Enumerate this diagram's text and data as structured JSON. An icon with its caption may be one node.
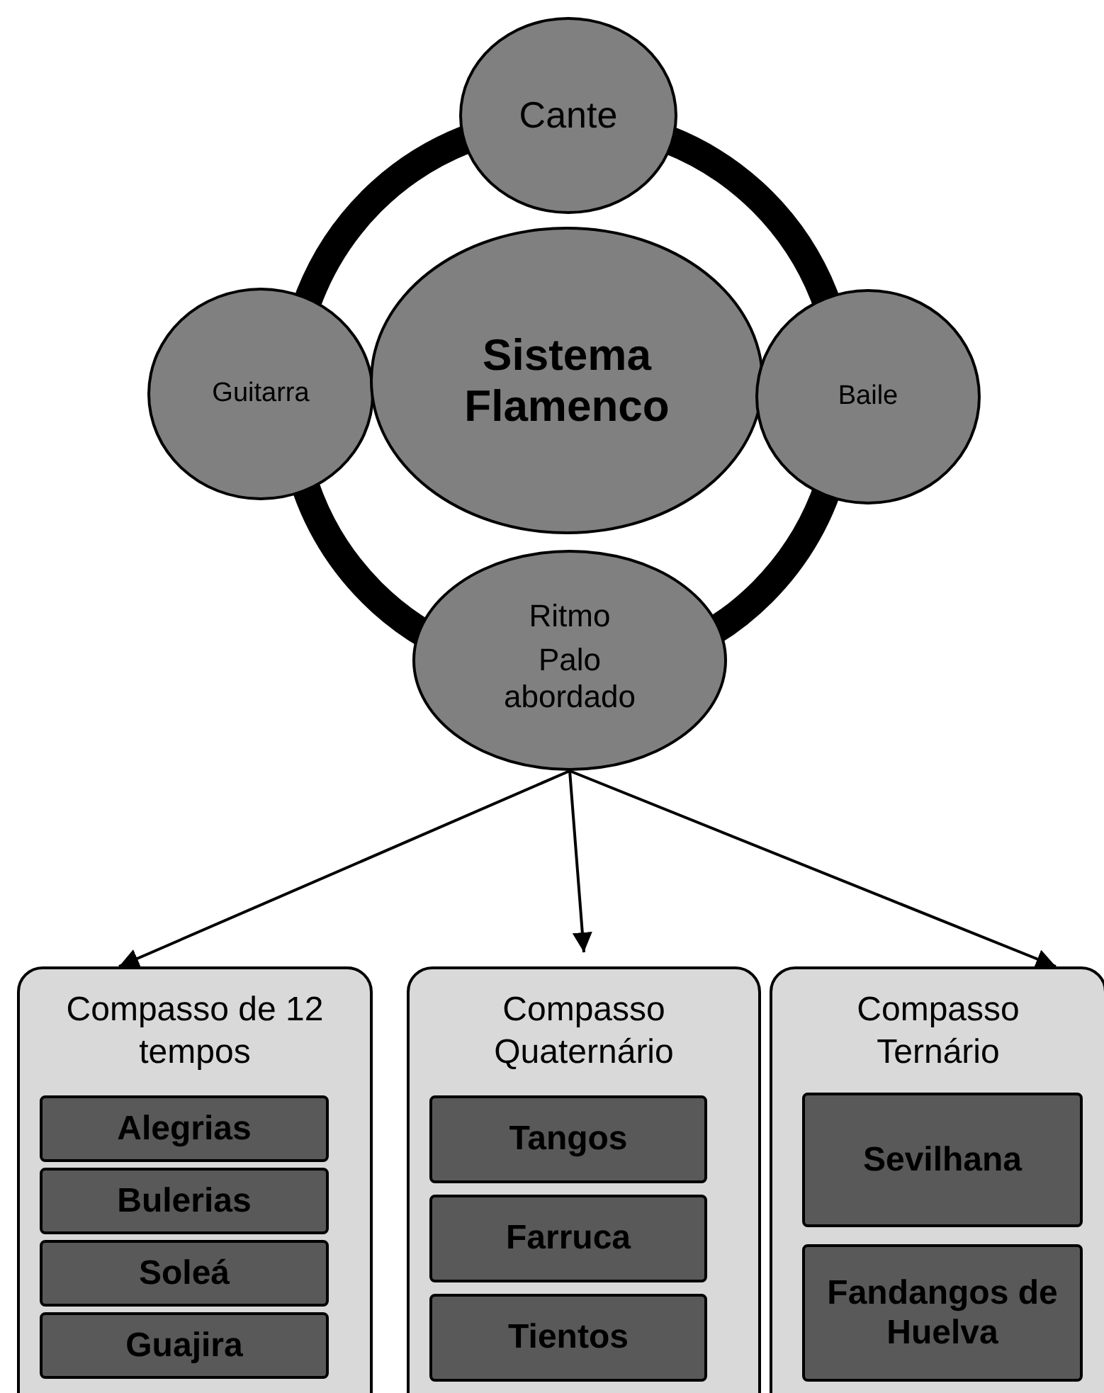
{
  "diagram": {
    "nodes": [
      {
        "text": [
          "Cante"
        ]
      },
      {
        "text": [
          "Guitarra"
        ]
      },
      {
        "text": [
          "Sistema Flamenco"
        ]
      },
      {
        "text": [
          "Baile"
        ]
      },
      {
        "text": [
          "Ritmo",
          "Palo abordado"
        ]
      },
      {
        "text": [
          "Compasso de 12 tempos"
        ]
      },
      {
        "text": [
          "Alegrias"
        ],
        "in": 5
      },
      {
        "text": [
          "Bulerias"
        ],
        "in": 5
      },
      {
        "text": [
          "Soleá"
        ],
        "in": 5
      },
      {
        "text": [
          "Guajira"
        ],
        "in": 5
      },
      {
        "text": [
          "Compasso Quaternário"
        ]
      },
      {
        "text": [
          "Tangos"
        ],
        "in": 10
      },
      {
        "text": [
          "Farruca"
        ],
        "in": 10
      },
      {
        "text": [
          "Tientos"
        ],
        "in": 10
      },
      {
        "text": [
          "Compasso Ternário"
        ]
      },
      {
        "text": [
          "Sevilhana"
        ],
        "in": 14
      },
      {
        "text": [
          "Fandangos de Huelva"
        ],
        "in": 14
      }
    ],
    "edges": [
      {
        "from": 4,
        "to": 5,
        "arrow": "to"
      },
      {
        "from": 4,
        "to": 10,
        "arrow": "to"
      },
      {
        "from": 4,
        "to": 14,
        "arrow": "to"
      }
    ]
  }
}
